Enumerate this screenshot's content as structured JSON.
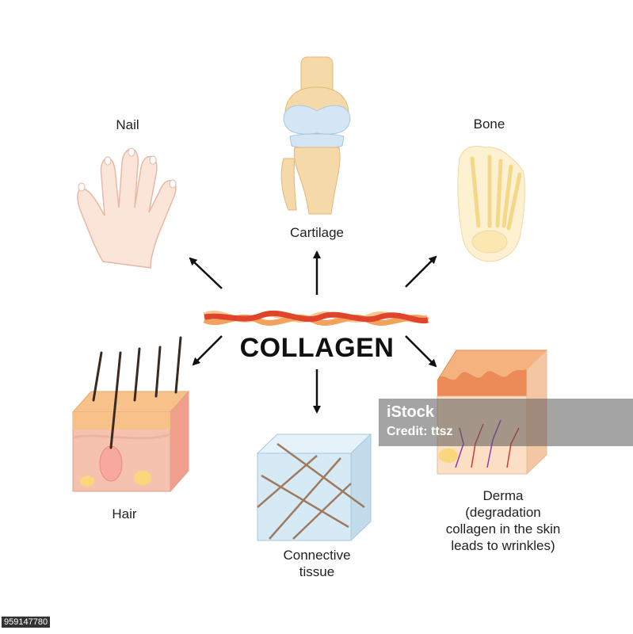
{
  "center": {
    "title": "COLLAGEN"
  },
  "labels": {
    "nail": "Nail",
    "cartilage": "Cartilage",
    "bone": "Bone",
    "hair": "Hair",
    "connective": [
      "Connective",
      "tissue"
    ],
    "derma": [
      "Derma",
      "(degradation",
      "collagen in the skin",
      "leads to wrinkles)"
    ]
  },
  "watermark": {
    "brand": "iStock",
    "credit": "Credit: ttsz"
  },
  "stock_id": "959147780",
  "colors": {
    "fiber_red": "#e0442a",
    "fiber_orange": "#f2a25a",
    "fiber_tan": "#f4c890",
    "skin_pink": "#f6c2b0",
    "bone_cream": "#fbe7b8",
    "cartilage_blue": "#cfe3f2",
    "tissue_blue": "#d6eaf5",
    "arrow": "#111111"
  }
}
